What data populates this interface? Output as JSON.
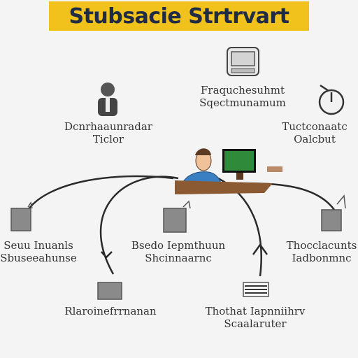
{
  "title": "Stubsacie Strtrvart",
  "nodes": {
    "top_right": {
      "line1": "Fraquchesuhmt",
      "line2": "Sqectmunamum"
    },
    "left_person": {
      "line1": "Dcnrhaaunradar",
      "line2": "Ticlor"
    },
    "right_clock": {
      "line1": "Tuctconaatc",
      "line2": "Oalcbut"
    },
    "left_box": {
      "line1": "Seuu Inuanls",
      "line2": "Sbuseeahunse"
    },
    "middle_box": {
      "line1": "Bsedo Iepmthuun",
      "line2": "Shcinnaarnc"
    },
    "right_box": {
      "line1": "Thocclacunts",
      "line2": "Iadbonmnc"
    },
    "bottom_left": {
      "line1": "Rlaroinefrrnanan"
    },
    "bottom_right": {
      "line1": "Thothat Iapnniihrv",
      "line2": "Scaalaruter"
    }
  },
  "colors": {
    "banner": "#f1c21b",
    "title": "#1f2b47",
    "monitor_screen": "#2f8a3a",
    "shirt": "#3a7fc2",
    "desk": "#8b5a32"
  }
}
